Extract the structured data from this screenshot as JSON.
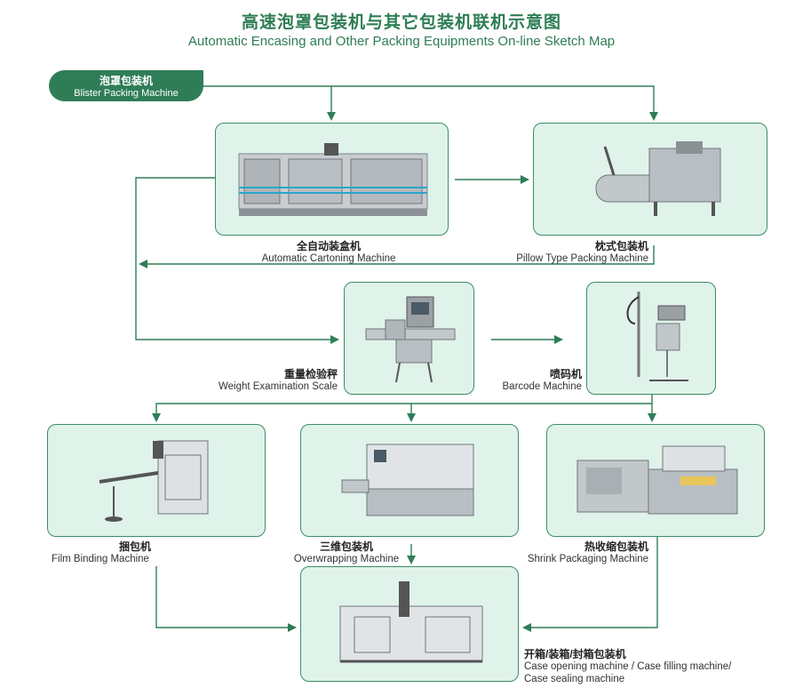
{
  "title": {
    "cn": "高速泡罩包装机与其它包装机联机示意图",
    "en": "Automatic Encasing and Other Packing Equipments On-line Sketch Map"
  },
  "start": {
    "cn": "泡罩包装机",
    "en": "Blister Packing Machine"
  },
  "machines": {
    "cartoning": {
      "cn": "全自动装盒机",
      "en": "Automatic Cartoning Machine"
    },
    "pillow": {
      "cn": "枕式包装机",
      "en": "Pillow Type Packing Machine"
    },
    "weight": {
      "cn": "重量检验秤",
      "en": "Weight Examination Scale"
    },
    "barcode": {
      "cn": "喷码机",
      "en": "Barcode Machine"
    },
    "binding": {
      "cn": "捆包机",
      "en": "Film Binding Machine"
    },
    "overwrap": {
      "cn": "三维包装机",
      "en": "Overwrapping Machine"
    },
    "shrink": {
      "cn": "热收缩包装机",
      "en": "Shrink Packaging Machine"
    },
    "case": {
      "cn": "开箱/装箱/封箱包装机",
      "en1": "Case opening machine / Case filling machine/",
      "en2": "Case sealing machine"
    }
  },
  "colors": {
    "accent": "#2f7d57",
    "box_fill": "#dff3ea",
    "box_border": "#3c8e66"
  }
}
